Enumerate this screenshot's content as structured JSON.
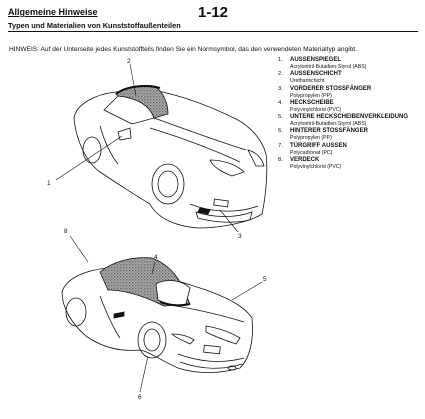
{
  "header": {
    "title": "Allgemeine Hinweise",
    "page": "1-12",
    "subtitle": "Typen und Materialien von Kunststoffaußenteilen"
  },
  "note": "HINWEIS: Auf der Unterseite jedes Kunststoffteils finden Sie ein Normsymbol, das den verwendeten Materialtyp angibt.",
  "legend": [
    {
      "num": "1.",
      "name": "AUSSENSPIEGEL",
      "material": "Acrylonitril-Butadien-Styrol (ABS)"
    },
    {
      "num": "2.",
      "name": "AUSSENSCHICHT",
      "material": "Urethanschicht"
    },
    {
      "num": "3.",
      "name": "VORDERER STOSSFÄNGER",
      "material": "Polypropylen (PP)"
    },
    {
      "num": "4.",
      "name": "HECKSCHEIBE",
      "material": "Polyvinylchlorid (PVC)"
    },
    {
      "num": "5.",
      "name": "UNTERE HECKSCHEIBENVERKLEIDUNG",
      "material": "Acrylonitril-Butadien-Styrol (ABS)"
    },
    {
      "num": "6.",
      "name": "HINTERER STOSSFÄNGER",
      "material": "Polypropylen (PP)"
    },
    {
      "num": "7.",
      "name": "TÜRGRIFF AUSSEN",
      "material": "Polycarbonat (PC)"
    },
    {
      "num": "8.",
      "name": "VERDECK",
      "material": "Polyvinylchlorid (PVC)"
    }
  ],
  "callouts": {
    "c1": "1",
    "c2": "2",
    "c3": "3",
    "c4": "4",
    "c5": "5",
    "c6": "6",
    "c8": "8"
  }
}
